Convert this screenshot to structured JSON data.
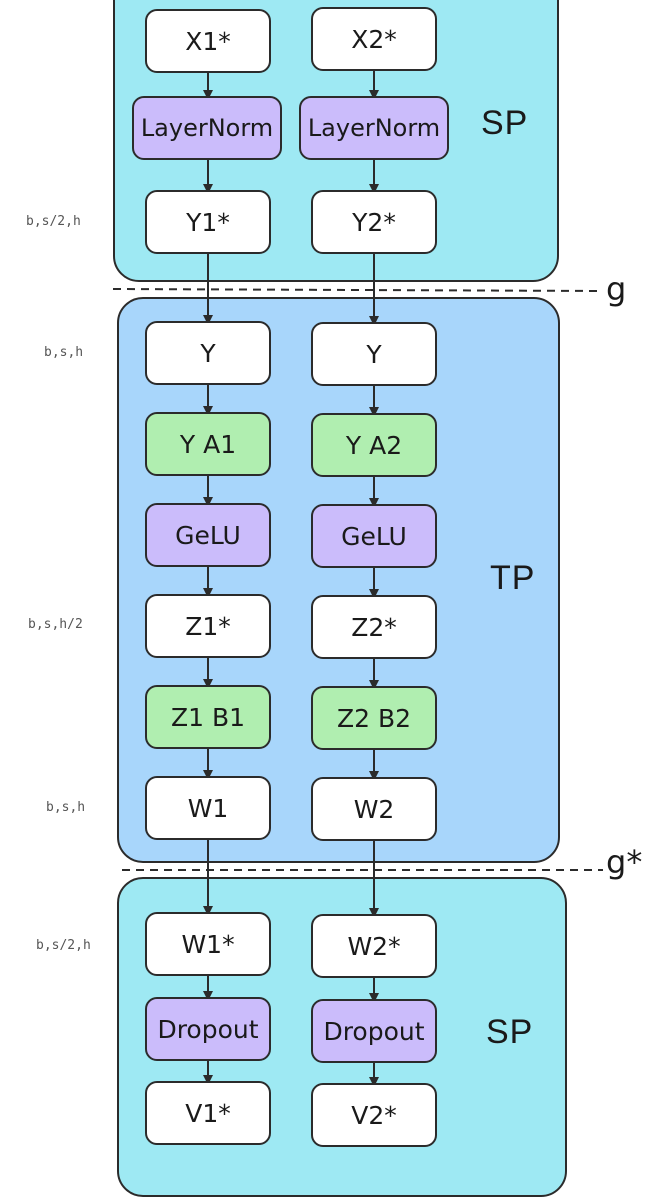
{
  "regions": {
    "sp_top": {
      "label": "SP"
    },
    "tp": {
      "label": "TP"
    },
    "sp_bottom": {
      "label": "SP"
    }
  },
  "comm_lines": {
    "g": {
      "label": "g"
    },
    "g_star": {
      "label": "g*"
    }
  },
  "shapes": {
    "s1": "b,s/2,h",
    "s2": "b,s,h",
    "s3": "b,s,h/2",
    "s4": "b,s,h",
    "s5": "b,s/2,h"
  },
  "left_column": {
    "x": "X1*",
    "ln": "LayerNorm",
    "y_star": "Y1*",
    "y": "Y",
    "ya": "Y A1",
    "gelu": "GeLU",
    "z_star": "Z1*",
    "zb": "Z1 B1",
    "w": "W1",
    "w_star": "W1*",
    "dropout": "Dropout",
    "v_star": "V1*"
  },
  "right_column": {
    "x": "X2*",
    "ln": "LayerNorm",
    "y_star": "Y2*",
    "y": "Y",
    "ya": "Y A2",
    "gelu": "GeLU",
    "z_star": "Z2*",
    "zb": "Z2 B2",
    "w": "W2",
    "w_star": "W2*",
    "dropout": "Dropout",
    "v_star": "V2*"
  },
  "colors": {
    "sp_fill": "#9ee9f3",
    "tp_fill": "#a8d6fb",
    "op_fill": "#cbbcfb",
    "matmul_fill": "#b0eeb0",
    "tensor_fill": "#ffffff"
  }
}
